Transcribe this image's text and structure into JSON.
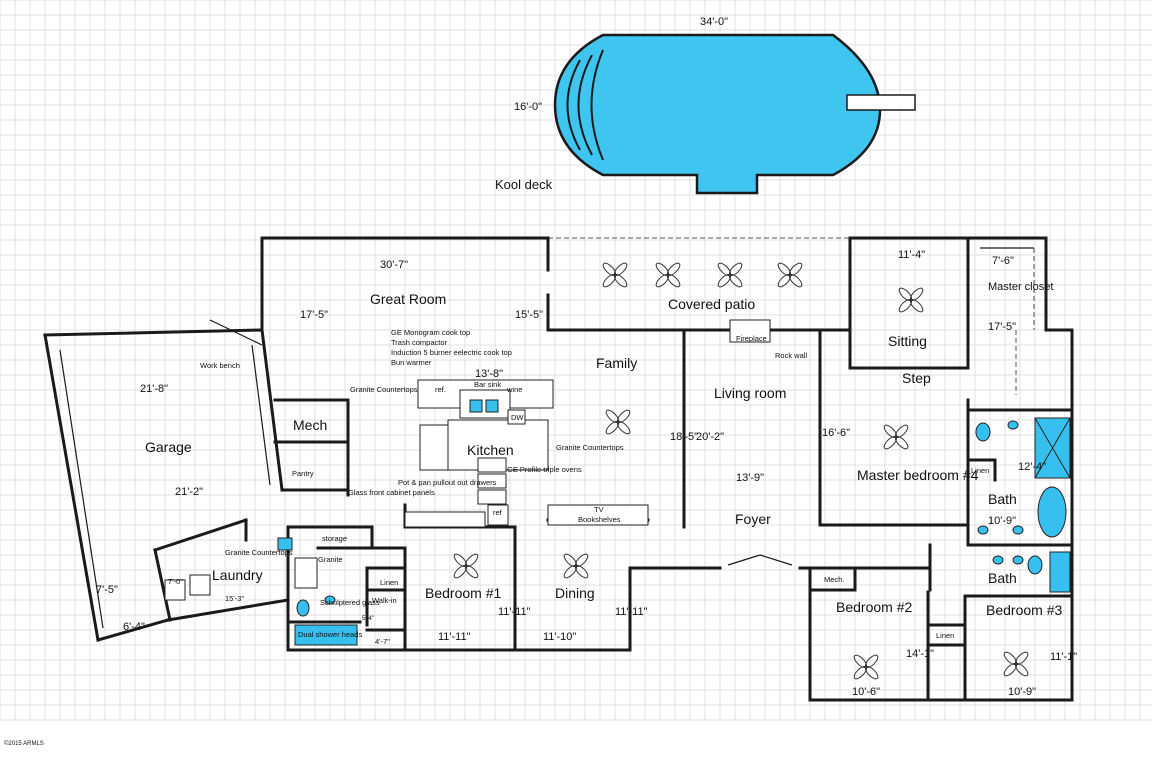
{
  "pool": {
    "length": "34'-0\"",
    "width": "16'-0\"",
    "deck": "Kool deck",
    "color": "#3ec5f0"
  },
  "rooms": {
    "great_room": "Great Room",
    "covered_patio": "Covered patio",
    "garage": "Garage",
    "mech": "Mech",
    "kitchen": "Kitchen",
    "family": "Family",
    "living_room": "Living room",
    "sitting": "Sitting",
    "step": "Step",
    "master_closet": "Master closet",
    "master_bedroom": "Master bedroom #4",
    "bath_master": "Bath",
    "foyer": "Foyer",
    "laundry": "Laundry",
    "bedroom1": "Bedroom #1",
    "dining": "Dining",
    "bedroom2": "Bedroom #2",
    "bedroom3": "Bedroom #3",
    "bath2": "Bath",
    "pantry": "Pantry",
    "storage": "storage",
    "linen": "Linen",
    "walkin": "Walk-in",
    "mech2": "Mech.",
    "linen_master": "Linen",
    "linen_bed": "Linen"
  },
  "dimensions": {
    "great_w": "30'-7\"",
    "great_h": "17'-5\"",
    "great_h2": "15'-5\"",
    "kitchen_w": "13'-8\"",
    "garage_w": "21'-8\"",
    "garage_h": "21'-2\"",
    "garage_side": "7'-5\"",
    "garage_bottom": "6'-4\"",
    "sitting_w": "11'-4\"",
    "closet_w": "7'-6\"",
    "closet_h": "17'-5\"",
    "family_h": "18'-5\"",
    "living_h": "20'-2\"",
    "living_w": "13'-9\"",
    "master_h": "16'-6\"",
    "bath_h": "12'-4\"",
    "bath_w": "10'-9\"",
    "laundry_w": "15'-3\"",
    "laundry_h": "7'-0\"",
    "walkin_h": "5'-4\"",
    "walkin_w": "4'-7\"",
    "bed1_w": "11'-11\"",
    "bed1_h": "11'-11\"",
    "dining_w": "11'-10\"",
    "dining_h": "11'-11\"",
    "bed2_w": "10'-6\"",
    "bed2_h": "14'-1\"",
    "bed3_w": "10'-9\"",
    "bed3_h": "11'-1\""
  },
  "notes": {
    "cooktop1": "GE Monogram cook top",
    "cooktop2": "Trash compactor",
    "cooktop3": "Induction 5 burner eelectric cook top",
    "cooktop4": "Bun warmer",
    "granite1": "Granite Countertops",
    "granite2": "Granite Countertops",
    "granite3": "Granite Countertops",
    "granite4": "Granite",
    "workbench": "Work bench",
    "barsink": "Bar sink",
    "ref": "ref.",
    "wine": "wine",
    "dw": "DW",
    "ge_ovens": "GE Profile triple ovens",
    "pot_pan": "Pot & pan pullout out drawers",
    "glass_front": "Glass front cabinet panels",
    "ref2": "ref",
    "tv": "TV",
    "bookshelves": "Bookshelves",
    "fireplace": "Fireplace",
    "rockwall": "Rock wall",
    "sculptured": "Schulptered glass",
    "dual_shower": "Dual shower heads",
    "copyright": "©2015 ARMLS"
  },
  "accent": "#37c0ef"
}
